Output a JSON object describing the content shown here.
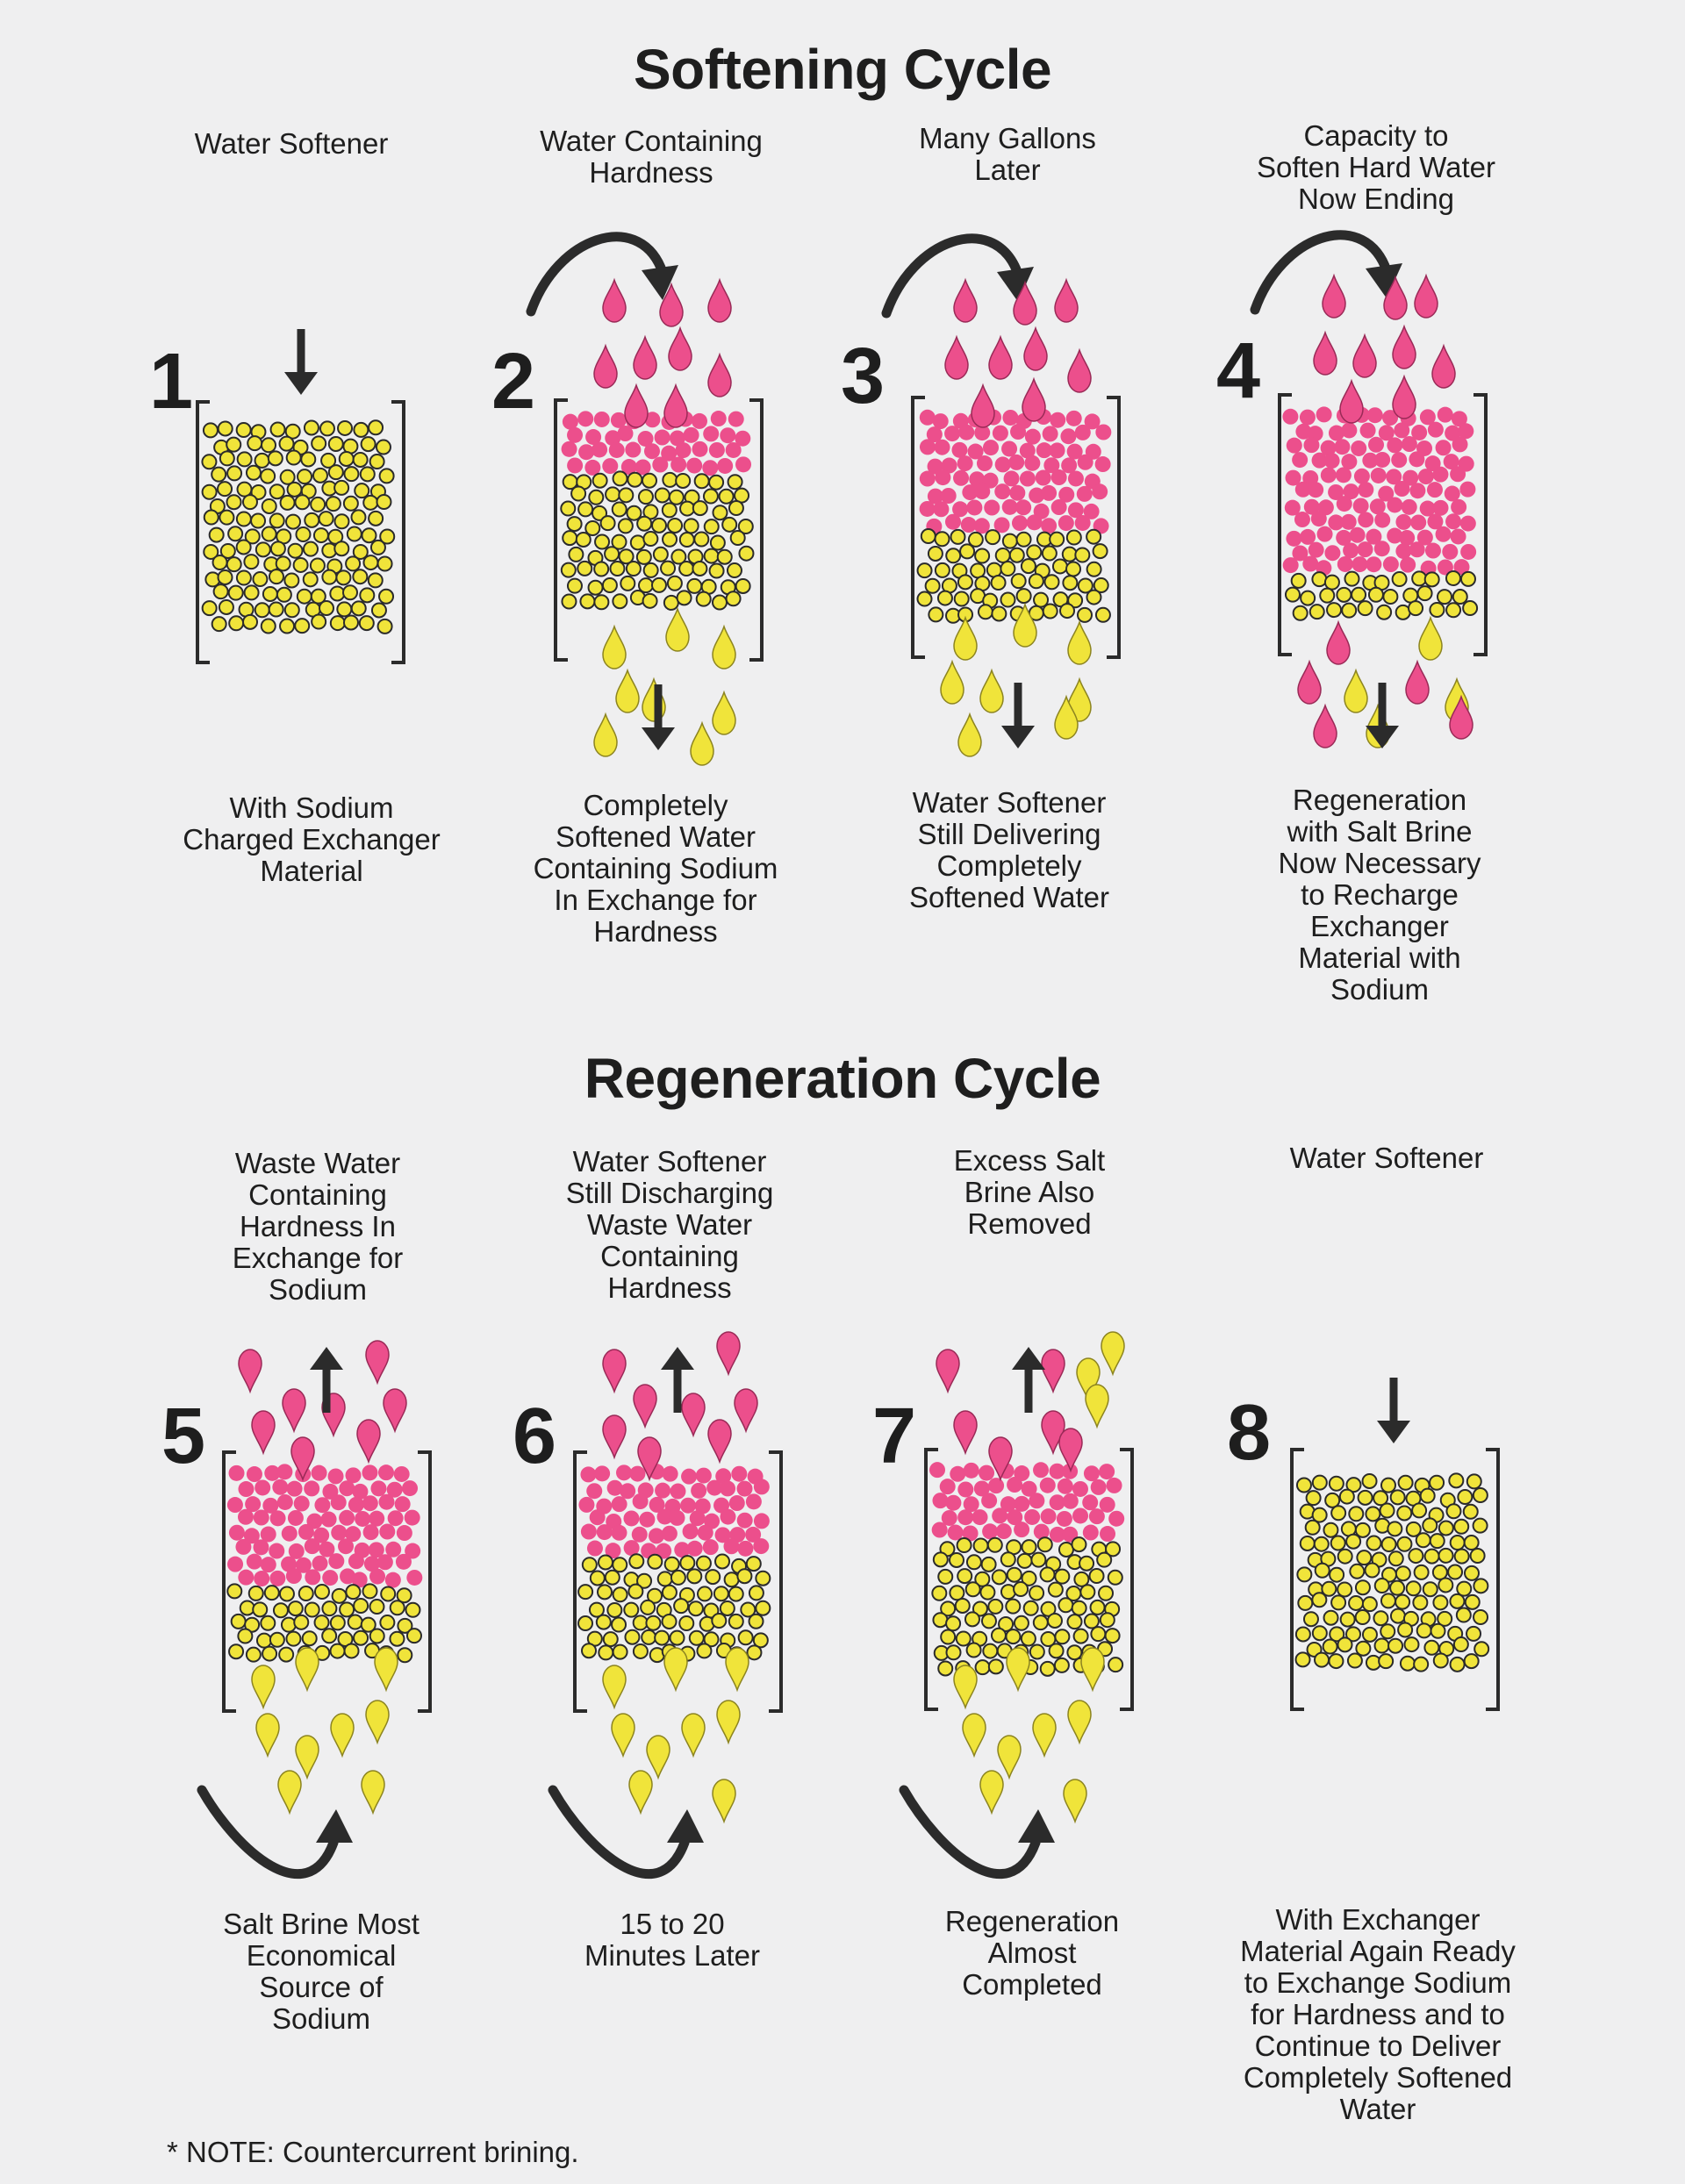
{
  "softening": {
    "title": "Softening Cycle",
    "panels": [
      {
        "number": "1",
        "top": "Water Softener",
        "bottom": "With Sodium\nCharged Exchanger\nMaterial"
      },
      {
        "number": "2",
        "top": "Water Containing\nHardness",
        "bottom": "Completely\nSoftened Water\nContaining Sodium\nIn Exchange for\nHardness"
      },
      {
        "number": "3",
        "top": "Many Gallons\nLater",
        "bottom": "Water Softener\nStill Delivering\nCompletely\nSoftened Water"
      },
      {
        "number": "4",
        "top": "Capacity to\nSoften Hard Water\nNow Ending",
        "bottom": "Regeneration\nwith Salt Brine\nNow Necessary\nto Recharge\nExchanger\nMaterial with\nSodium"
      }
    ]
  },
  "regeneration": {
    "title": "Regeneration Cycle",
    "panels": [
      {
        "number": "5",
        "top": "Waste Water\nContaining\nHardness In\nExchange for\nSodium",
        "bottom": "Salt Brine Most\nEconomical\nSource of\nSodium"
      },
      {
        "number": "6",
        "top": "Water Softener\nStill Discharging\nWaste Water\nContaining\nHardness",
        "bottom": "15 to 20\nMinutes Later"
      },
      {
        "number": "7",
        "top": "Excess Salt\nBrine Also\nRemoved",
        "bottom": "Regeneration\nAlmost\nCompleted"
      },
      {
        "number": "8",
        "top": "Water Softener",
        "bottom": "With Exchanger\nMaterial Again Ready\nto Exchange Sodium\nfor Hardness and to\nContinue to Deliver\nCompletely Softened\nWater"
      }
    ]
  },
  "note": "* NOTE: Countercurrent brining.",
  "colors": {
    "sodium_bead": "#f0e43a",
    "hardness_bead": "#ec4f8c",
    "outline": "#2b2b2b",
    "background": "#efeff0"
  },
  "icons": [
    "down-arrow-icon",
    "up-arrow-icon",
    "curved-arrow-icon",
    "water-drop-icon",
    "resin-bead-icon"
  ]
}
